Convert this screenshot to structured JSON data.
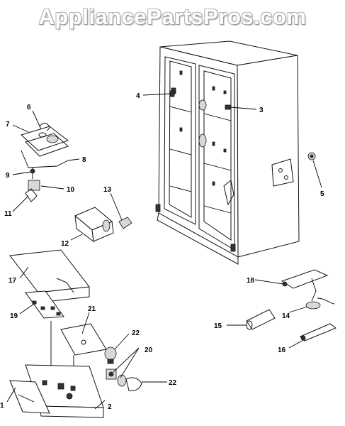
{
  "watermark": "AppliancePartsPros.com",
  "callouts": [
    {
      "id": "c1",
      "text": "1"
    },
    {
      "id": "c2",
      "text": "2"
    },
    {
      "id": "c3",
      "text": "3"
    },
    {
      "id": "c4",
      "text": "4"
    },
    {
      "id": "c5",
      "text": "5"
    },
    {
      "id": "c6",
      "text": "6"
    },
    {
      "id": "c7",
      "text": "7"
    },
    {
      "id": "c8",
      "text": "8"
    },
    {
      "id": "c9",
      "text": "9"
    },
    {
      "id": "c10",
      "text": "10"
    },
    {
      "id": "c11",
      "text": "11"
    },
    {
      "id": "c12",
      "text": "12"
    },
    {
      "id": "c13",
      "text": "13"
    },
    {
      "id": "c14",
      "text": "14"
    },
    {
      "id": "c15",
      "text": "15"
    },
    {
      "id": "c16",
      "text": "16"
    },
    {
      "id": "c17",
      "text": "17"
    },
    {
      "id": "c18",
      "text": "18"
    },
    {
      "id": "c19",
      "text": "19"
    },
    {
      "id": "c20",
      "text": "20"
    },
    {
      "id": "c21",
      "text": "21"
    },
    {
      "id": "c22a",
      "text": "22"
    },
    {
      "id": "c22b",
      "text": "22"
    }
  ]
}
